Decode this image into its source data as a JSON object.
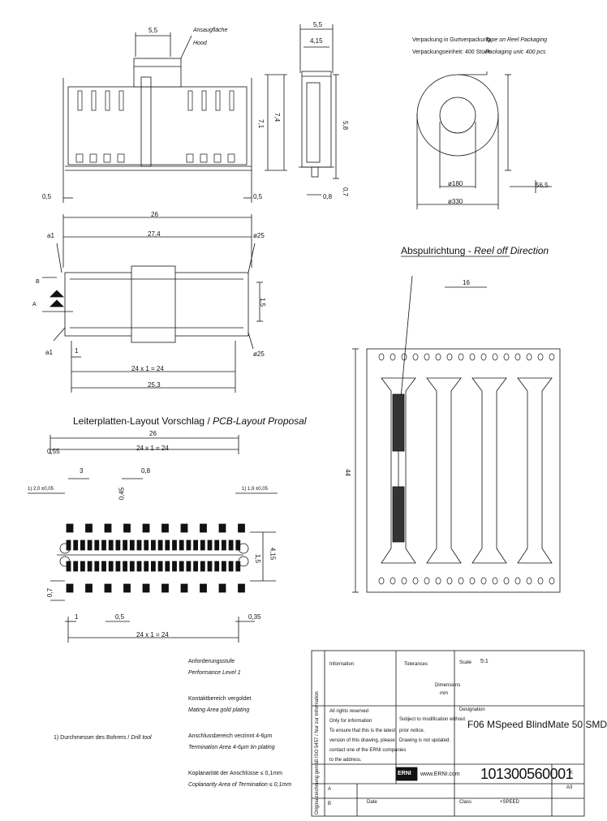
{
  "side_view": {
    "dim_55": "5,5",
    "label_de": "Ansaugfläche",
    "label_en": "Hood",
    "dim_71": "7,1",
    "dim_74": "7,4",
    "dim_left": "0,5",
    "dim_right": "0,5"
  },
  "end_view": {
    "dim_55": "5,5",
    "dim_415": "4,15",
    "dim_58": "5,8",
    "dim_07": "0,7",
    "dim_08": "0,8"
  },
  "packaging": {
    "de_1": "Verpackung in Gurtverpackung",
    "en_1": "Tape on Reel Packaging",
    "de_2": "Verpackungseinheit: 400 Stück",
    "en_2": "Packaging unit: 400 pcs",
    "dim_d180": "ø180",
    "dim_d330": "ø330",
    "dim_565": "56,5"
  },
  "top_view": {
    "dim_26": "26",
    "dim_274": "27,4",
    "label_a1_top": "a1",
    "label_a1_bot": "a1",
    "dim_025_top": "ø25",
    "dim_025_bot": "ø25",
    "dim_15": "1,5",
    "dim_1": "1",
    "dim_24x1": "24 x 1 = 24",
    "dim_253": "25,3",
    "dim_a": "A",
    "dim_b": "B"
  },
  "reel_direction": {
    "de": "Abspulrichtung",
    "en": "Reel off Direction",
    "dim_16": "16",
    "dim_44": "44"
  },
  "pcb_layout": {
    "title_de": "Leiterplatten-Layout Vorschlag",
    "title_en": "PCB-Layout Proposal",
    "dim_26": "26",
    "dim_055": "0,55",
    "dim_24x1": "24 x 1 = 24",
    "dim_3": "3",
    "dim_08": "0,8",
    "dim_045": "0,45",
    "dim_left_hole": "1) 2,0 ±0,05",
    "dim_right_hole": "1) 1,9 ±0,05",
    "dim_15": "1,5",
    "dim_415": "4,15",
    "dim_07": "0,7",
    "dim_1": "1",
    "dim_05": "0,5",
    "dim_035": "0,35",
    "dim_24x1_bot": "24 x 1 = 24"
  },
  "notes": {
    "perf_de": "Anforderungsstufe",
    "perf_en": "Performance Level 1",
    "mating_de": "Kontaktbereich vergoldet",
    "mating_en": "Mating Area gold plating",
    "term_de": "Anschlussbereich verzinnt 4-6µm",
    "term_en": "Termination Area 4-6µm tin plating",
    "copl_de": "Koplanarität der Anschlüsse ≤ 0,1mm",
    "copl_en": "Coplanarity Area of Termination ≤ 0,1mm",
    "drill_de": "1) Durchmesser des Bohrers",
    "drill_en": "Drill tool"
  },
  "title_block": {
    "info_label": "Information",
    "tolerance_label": "Tolerances",
    "scale_label": "Scale",
    "scale_value": "5:1",
    "dim_label": "Dimensions",
    "mm_label": "mm",
    "designation_label": "Designation",
    "rights_1": "All rights reserved",
    "rights_2": "Only for information",
    "rights_3": "To ensure that this is the latest",
    "rights_4": "version of this drawing, please",
    "rights_5": "contact one of the ERNI companies",
    "rights_6": "to the address.",
    "subj_1": "Subject to modification without",
    "subj_2": "prior notice.",
    "subj_3": "Drawing is not updated.",
    "designation": "F06 MSpeed BlindMate 50 SMD",
    "website": "www.ERNI.com",
    "brand": "ERNI",
    "part_number": "101300560001",
    "sheet_label": "K",
    "size_label": "A3",
    "date_label": "Date",
    "class_label": "Class",
    "class_value": "+SPEED",
    "rev_a": "A",
    "rev_b": "B",
    "side_note": "Originalzeichnung gemäß ISO 5457 / Nur zur Information"
  }
}
